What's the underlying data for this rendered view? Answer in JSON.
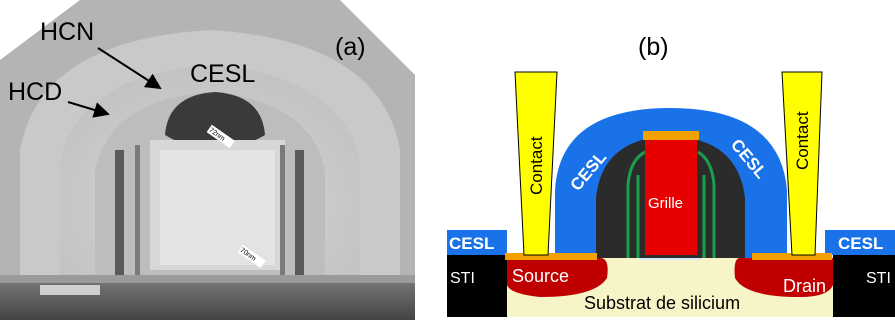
{
  "panel_a": {
    "tag": "(a)",
    "labels": {
      "hcn": "HCN",
      "hcd": "HCD",
      "cesl": "CESL"
    },
    "scale_marks": {
      "upper": "72nm",
      "lower": "70nm"
    }
  },
  "panel_b": {
    "tag": "(b)",
    "labels": {
      "cesl_left_flat": "CESL",
      "cesl_right_flat": "CESL",
      "cesl_arc_left": "CESL",
      "cesl_arc_right": "CESL",
      "contact_left": "Contact",
      "contact_right": "Contact",
      "grille": "Grille",
      "source": "Source",
      "drain": "Drain",
      "sti_left": "STI",
      "sti_right": "STI",
      "substrate": "Substrat de silicium"
    }
  },
  "colors": {
    "cesl_blue": "#1a72e8",
    "contact_yellow": "#ffff00",
    "gate_red": "#e60000",
    "source_drain_red": "#c00000",
    "silicide_orange": "#f2a100",
    "spacer_green": "#1aa04a",
    "sti_black": "#000000",
    "substrate_cream": "#f7f5c8",
    "tem_grey": "#b9b9b9"
  }
}
